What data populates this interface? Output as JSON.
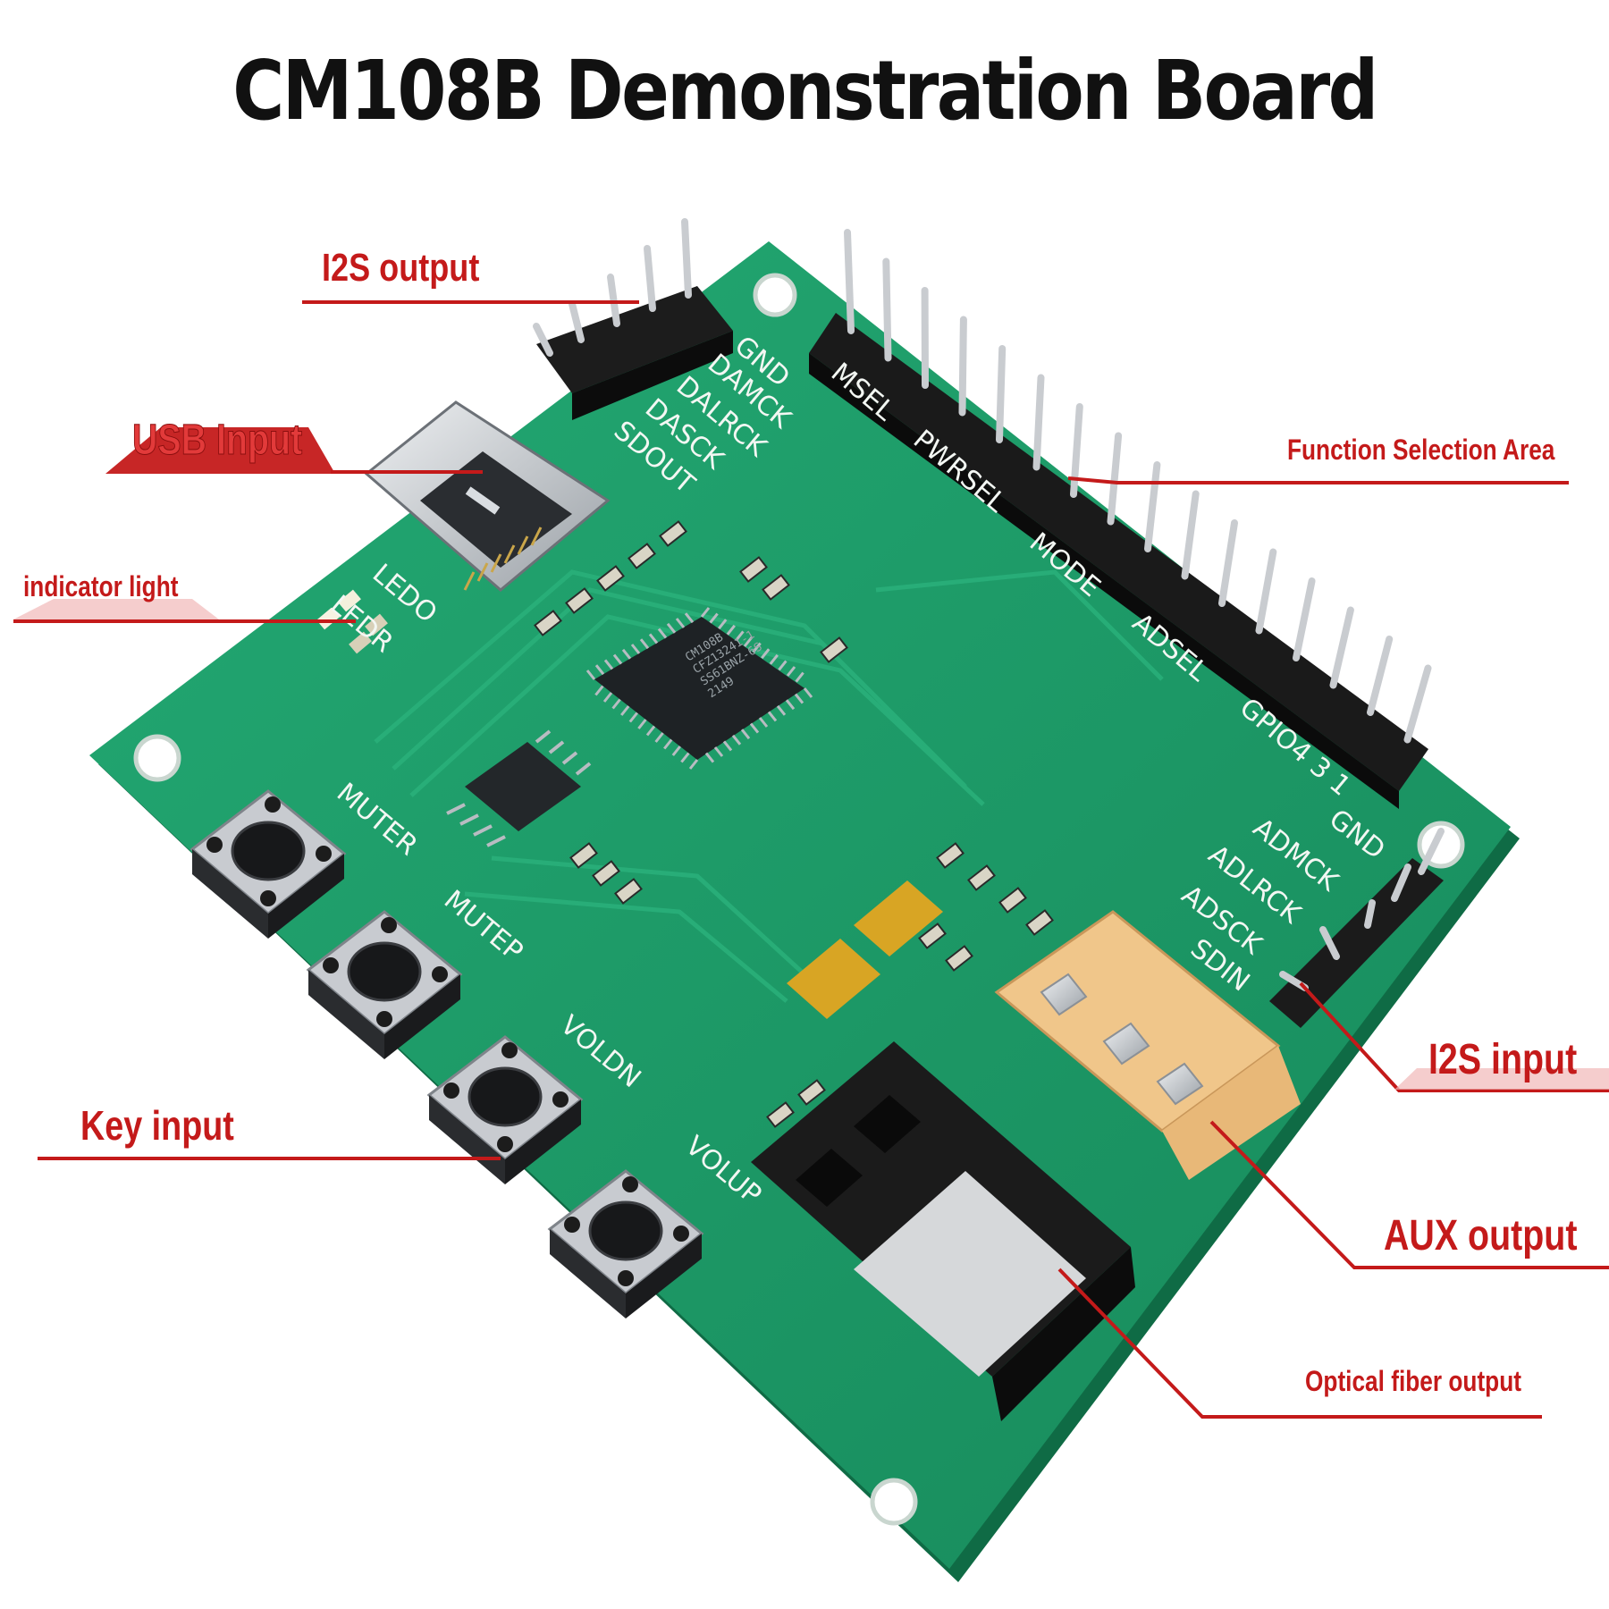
{
  "title": "CM108B Demonstration Board",
  "accent_color": "#c41a1a",
  "board_color": "#1f9f6a",
  "callouts": {
    "i2s_output": "I2S output",
    "usb_input": "USB Input",
    "indicator_light": "indicator light",
    "function_selection_area": "Function Selection Area",
    "key_input": "Key input",
    "i2s_input": "I2S input",
    "aux_output": "AUX output",
    "optical_fiber_output": "Optical fiber output"
  },
  "silkscreen": {
    "i2s_out_pins": [
      "GND",
      "DAMCK",
      "DALRCK",
      "DASCK",
      "SDOUT"
    ],
    "function_pins": [
      "MSEL",
      "PWRSEL",
      "MODE",
      "ADSEL",
      "GPIO4 3 1"
    ],
    "i2s_in_pins": [
      "GND",
      "ADMCK",
      "ADLRCK",
      "ADSCK",
      "SDIN"
    ],
    "leds": [
      "LEDO",
      "LEDR"
    ],
    "keys": [
      "MUTER",
      "MUTEP",
      "VOLDN",
      "VOLUP"
    ]
  },
  "chip": {
    "lines": [
      "CM108B",
      "CFZ13241-1",
      "SS61BNZ-6S",
      "2149"
    ]
  }
}
